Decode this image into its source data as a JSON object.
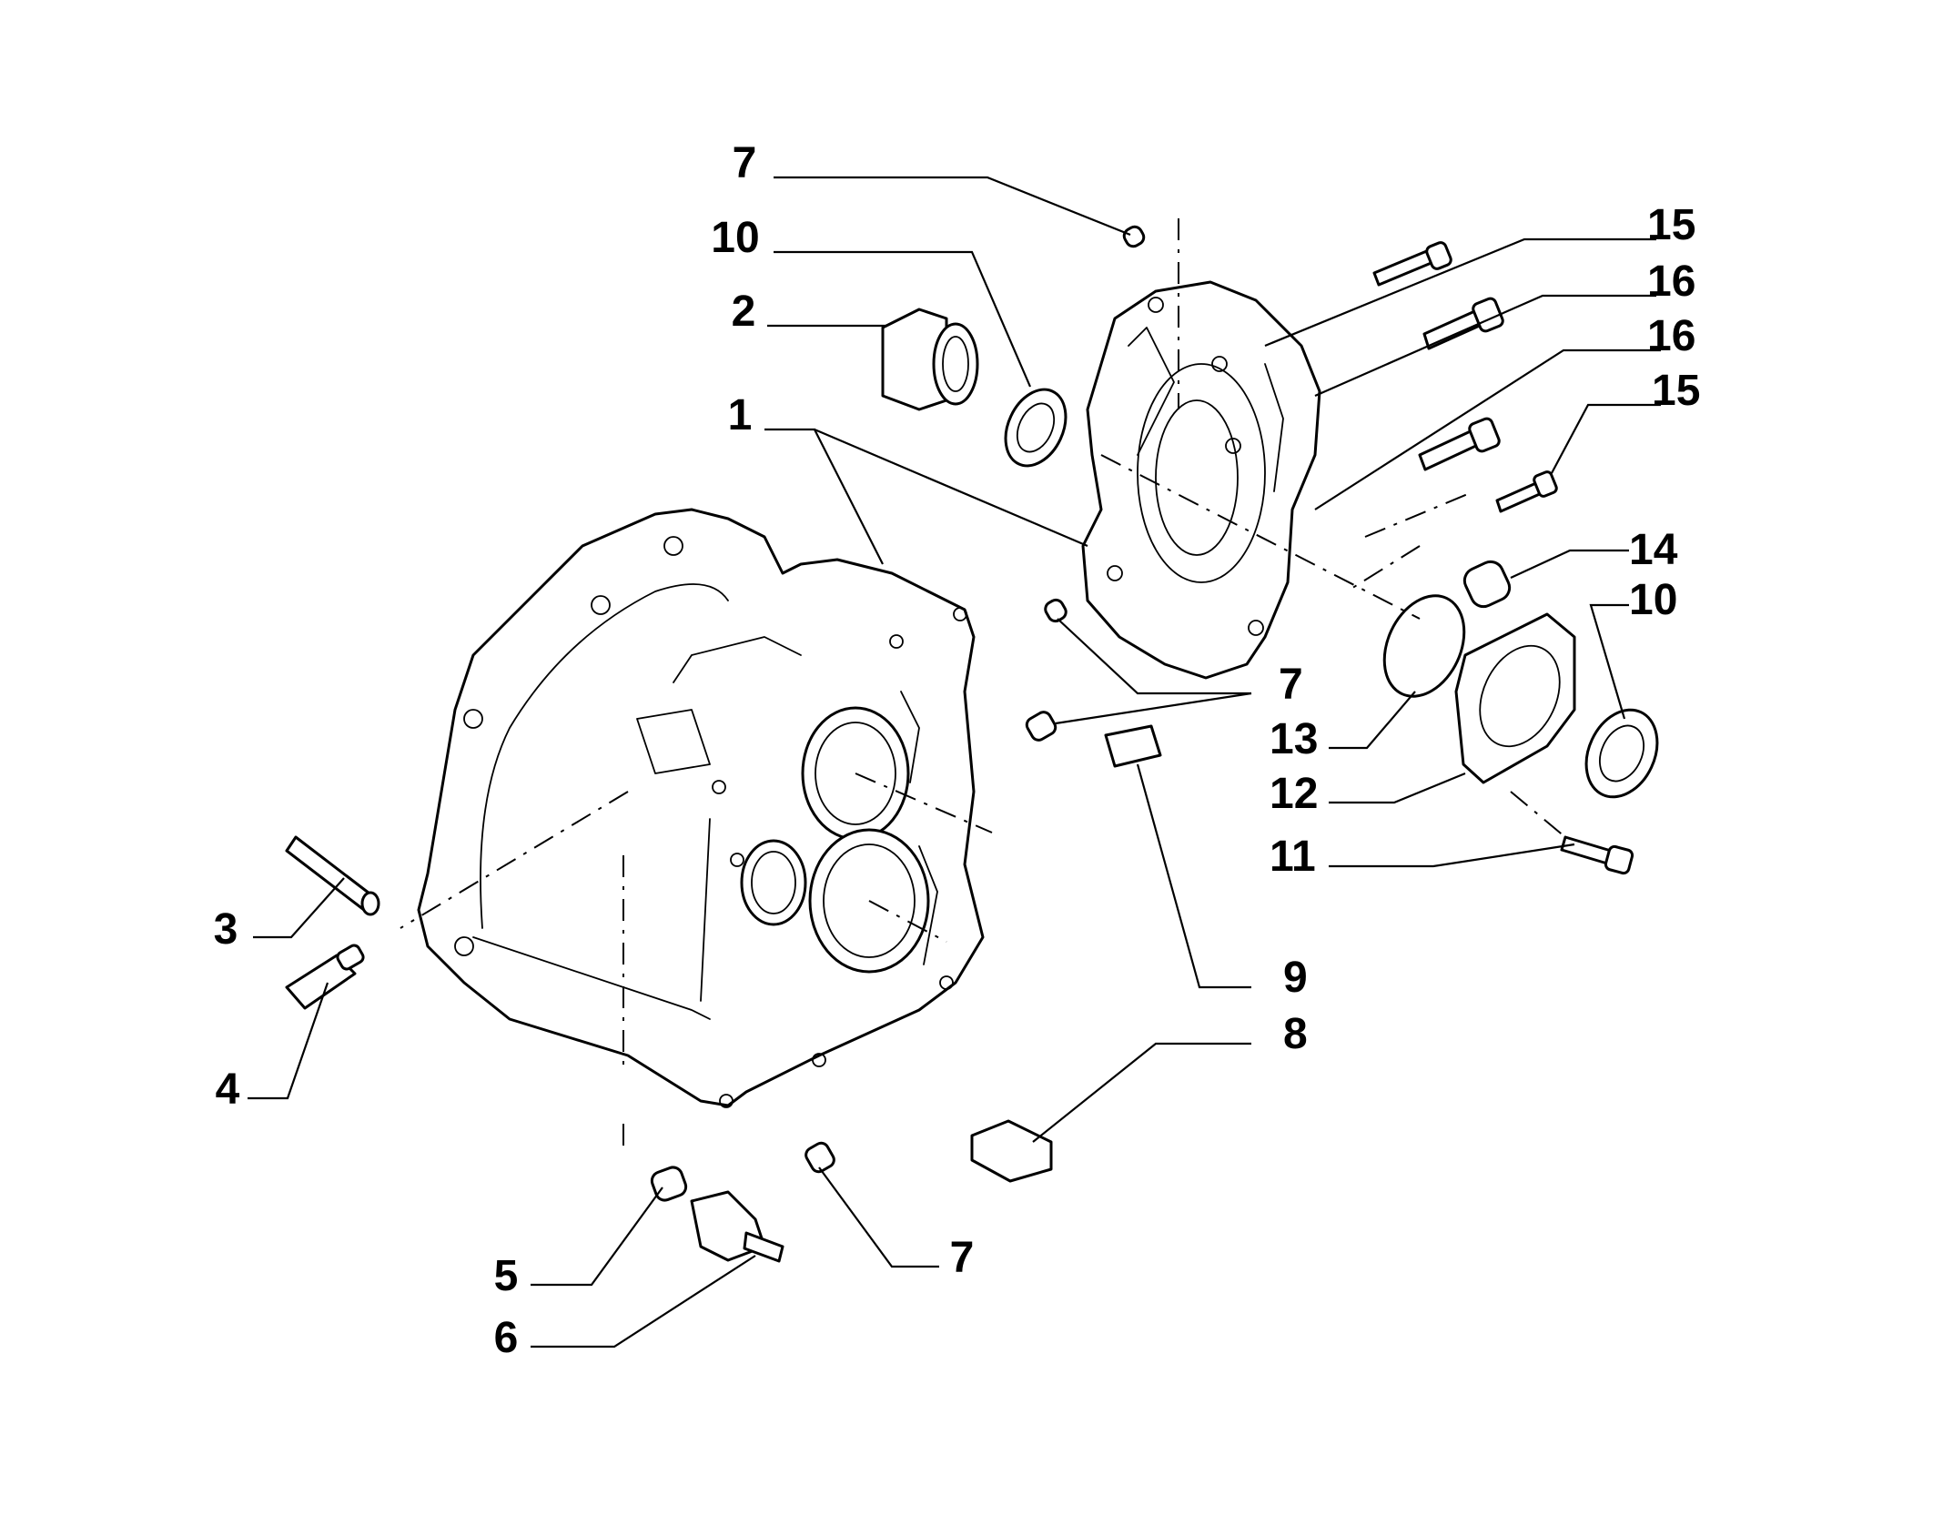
{
  "labels": [
    {
      "id": "l7a",
      "text": "7"
    },
    {
      "id": "l10a",
      "text": "10"
    },
    {
      "id": "l2",
      "text": "2"
    },
    {
      "id": "l1",
      "text": "1"
    },
    {
      "id": "l15a",
      "text": "15"
    },
    {
      "id": "l16a",
      "text": "16"
    },
    {
      "id": "l16b",
      "text": "16"
    },
    {
      "id": "l15b",
      "text": "15"
    },
    {
      "id": "l14",
      "text": "14"
    },
    {
      "id": "l10b",
      "text": "10"
    },
    {
      "id": "l7b",
      "text": "7"
    },
    {
      "id": "l13",
      "text": "13"
    },
    {
      "id": "l12",
      "text": "12"
    },
    {
      "id": "l11",
      "text": "11"
    },
    {
      "id": "l9",
      "text": "9"
    },
    {
      "id": "l8",
      "text": "8"
    },
    {
      "id": "l3",
      "text": "3"
    },
    {
      "id": "l4",
      "text": "4"
    },
    {
      "id": "l5",
      "text": "5"
    },
    {
      "id": "l6",
      "text": "6"
    },
    {
      "id": "l7c",
      "text": "7"
    }
  ]
}
